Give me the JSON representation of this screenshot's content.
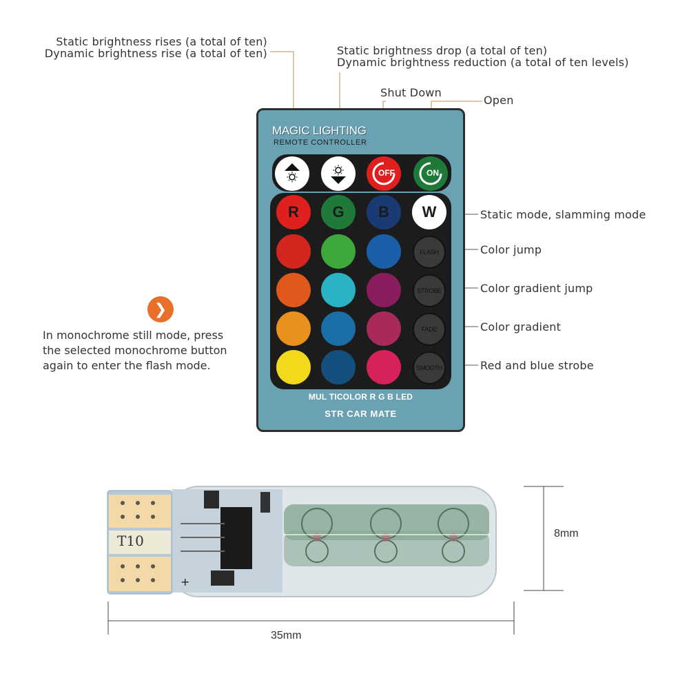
{
  "annotations": {
    "bright_up_1": "Static brightness rises (a total of ten)",
    "bright_up_2": "Dynamic brightness rise (a total of ten)",
    "bright_down_1": "Static brightness drop (a total of ten)",
    "bright_down_2": "Dynamic brightness reduction (a total of ten levels)",
    "shut_down": "Shut Down",
    "open": "Open",
    "static_mode": "Static mode, slamming mode",
    "color_jump": "Color jump",
    "color_gradient_jump": "Color gradient jump",
    "color_gradient": "Color gradient",
    "red_blue_strobe": "Red and blue strobe"
  },
  "note": {
    "line1": "In monochrome still mode, press",
    "line2": "the selected monochrome button",
    "line3": "again to enter the flash mode."
  },
  "remote": {
    "brand": "MAGIC LIGHTING",
    "subtitle": "REMOTE CONTROLLER",
    "off_label": "OFF",
    "on_label": "ON",
    "r_label": "R",
    "g_label": "G",
    "b_label": "B",
    "w_label": "W",
    "flash_label": "FLASH",
    "strobe_label": "STROBE",
    "fade_label": "FADE",
    "smooth_label": "SMOOTH",
    "footer1": "MUL TICOLOR R G B LED",
    "footer2": "STR CAR MATE",
    "colors": {
      "body": "#6aa1b3",
      "red": "#e0201e",
      "green": "#1f7a3a",
      "blue": "#1a3a73",
      "white": "#ffffff",
      "grid": [
        [
          "#d4251f",
          "#3ea83a",
          "#1b5fa8"
        ],
        [
          "#e0581c",
          "#2ab3c4",
          "#8a1d5e"
        ],
        [
          "#e8911c",
          "#1a6fa6",
          "#a82a5a"
        ],
        [
          "#f2d91b",
          "#154f7d",
          "#d62258"
        ]
      ]
    }
  },
  "bulb": {
    "model": "T10",
    "plus": "+",
    "height_dim": "8mm",
    "width_dim": "35mm"
  }
}
